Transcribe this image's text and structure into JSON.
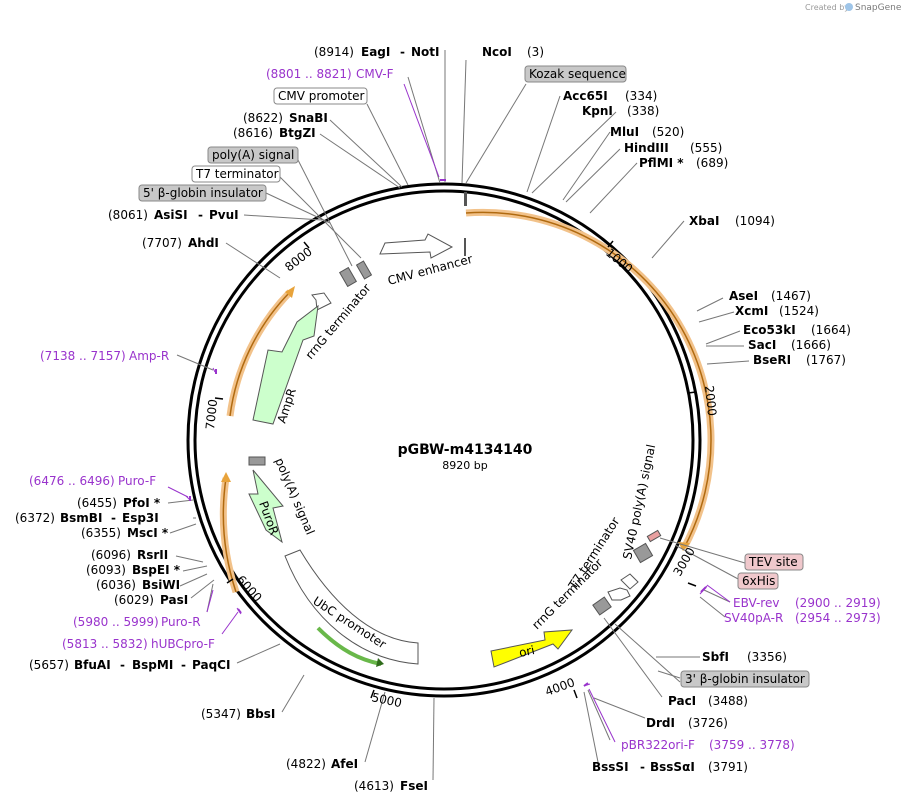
{
  "credit": {
    "prefix": "Created by",
    "brand": "SnapGene"
  },
  "plasmid": {
    "name": "pGBW-m4134140",
    "size": "8920 bp"
  },
  "ticks": [
    "1000",
    "2000",
    "3000",
    "4000",
    "5000",
    "6000",
    "7000",
    "8000"
  ],
  "features": {
    "cmv_enhancer": "CMV enhancer",
    "rrng_top": "rrnG terminator",
    "ampr": "AmpR",
    "sv40": "SV40 poly(A) signal",
    "t7_right": "T7 terminator",
    "rrng_right": "rrnG terminator",
    "ori": "ori",
    "ubc": "UbC promoter",
    "polya_left": "poly(A) signal",
    "puror": "PuroR"
  },
  "boxes": {
    "kozak": "Kozak sequence",
    "cmv_promoter": "CMV promoter",
    "polya": "poly(A) signal",
    "t7": "T7 terminator",
    "globin5": "5' β-globin insulator",
    "tev": "TEV site",
    "his": "6xHis",
    "globin3": "3' β-globin insulator"
  },
  "sites": {
    "eag_pos": "(8914)",
    "eag": "EagI",
    "dash1": "-",
    "not": "NotI",
    "nco": "NcoI",
    "nco_pos": "(3)",
    "acc": "Acc65I",
    "acc_pos": "(334)",
    "kpn": "KpnI",
    "kpn_pos": "(338)",
    "mlu": "MluI",
    "mlu_pos": "(520)",
    "hind": "HindIII",
    "hind_pos": "(555)",
    "pfl": "PflMI *",
    "pfl_pos": "(689)",
    "xba": "XbaI",
    "xba_pos": "(1094)",
    "ase": "AseI",
    "ase_pos": "(1467)",
    "xcm": "XcmI",
    "xcm_pos": "(1524)",
    "eco": "Eco53kI",
    "eco_pos": "(1664)",
    "sac": "SacI",
    "sac_pos": "(1666)",
    "bse": "BseRI",
    "bse_pos": "(1767)",
    "sbf": "SbfI",
    "sbf_pos": "(3356)",
    "pac": "PacI",
    "pac_pos": "(3488)",
    "drd": "DrdI",
    "drd_pos": "(3726)",
    "bss_a": "BssSI",
    "dash2": "-",
    "bss_b": "BssSαI",
    "bss_pos": "(3791)",
    "fse_pos": "(4613)",
    "fse": "FseI",
    "afe_pos": "(4822)",
    "afe": "AfeI",
    "bbs_pos": "(5347)",
    "bbs": "BbsI",
    "bfu_pos": "(5657)",
    "bfu": "BfuAI",
    "dash3": "-",
    "bspm": "BspMI",
    "dash4": "-",
    "paqc": "PaqCI",
    "pas_pos": "(6029)",
    "pas": "PasI",
    "bsiw_pos": "(6036)",
    "bsiw": "BsiWI",
    "bspe_pos": "(6093)",
    "bspe": "BspEI *",
    "rsr_pos": "(6096)",
    "rsr": "RsrII",
    "msc_pos": "(6355)",
    "msc": "MscI *",
    "bsmb_pos": "(6372)",
    "bsmb": "BsmBI",
    "dash5": "-",
    "esp": "Esp3I",
    "pfo_pos": "(6455)",
    "pfo": "PfoI *",
    "ahd_pos": "(7707)",
    "ahd": "AhdI",
    "asis_pos": "(8061)",
    "asis": "AsiSI",
    "dash6": "-",
    "pvu": "PvuI",
    "sna_pos": "(8622)",
    "sna": "SnaBI",
    "btg_pos": "(8616)",
    "btg": "BtgZI"
  },
  "primers": {
    "cmvf_range": "(8801 .. 8821)",
    "cmvf": "CMV-F",
    "ampr_range": "(7138 .. 7157)",
    "ampr": "Amp-R",
    "purof_range": "(6476 .. 6496)",
    "purof": "Puro-F",
    "puror": "Puro-R",
    "puror_range": "(5980 .. 5999)",
    "hubc_range": "(5813 .. 5832)",
    "hubc": "hUBCpro-F",
    "ebv": "EBV-rev",
    "ebv_range": "(2900 .. 2919)",
    "sv40pa": "SV40pA-R",
    "sv40pa_range": "(2954 .. 2973)",
    "pbr": "pBR322ori-F",
    "pbr_range": "(3759 .. 3778)"
  },
  "colors": {
    "primer": "#9933cc",
    "orf": "#ccffcc",
    "ori": "#ffff00",
    "backbone": "#000000"
  }
}
